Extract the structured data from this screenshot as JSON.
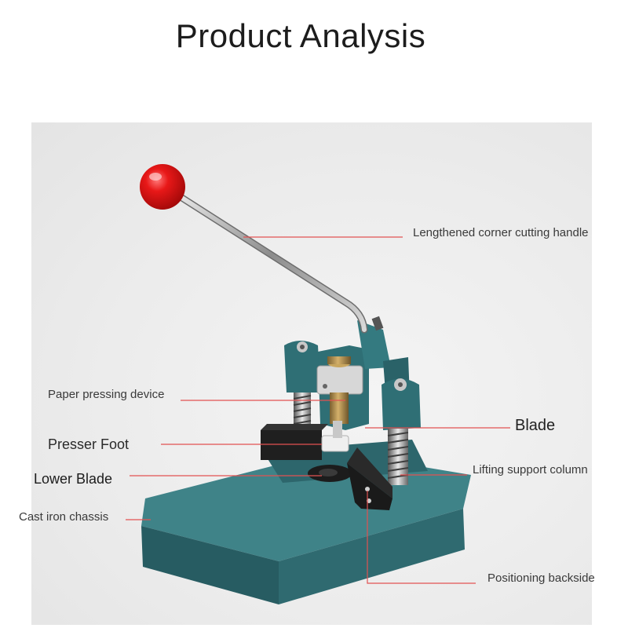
{
  "title": "Product Analysis",
  "colors": {
    "machine_body": "#2f6f75",
    "base_top": "#3f8388",
    "knob": "#e01818",
    "callout_line": "#e25252",
    "label_text": "#3a3a3a"
  },
  "labels": {
    "handle": "Lengthened corner cutting handle",
    "paper_pressing": "Paper pressing device",
    "blade": "Blade",
    "presser_foot": "Presser Foot",
    "lifting_column": "Lifting support column",
    "lower_blade": "Lower Blade",
    "chassis": "Cast iron chassis",
    "backside": "Positioning backside"
  }
}
